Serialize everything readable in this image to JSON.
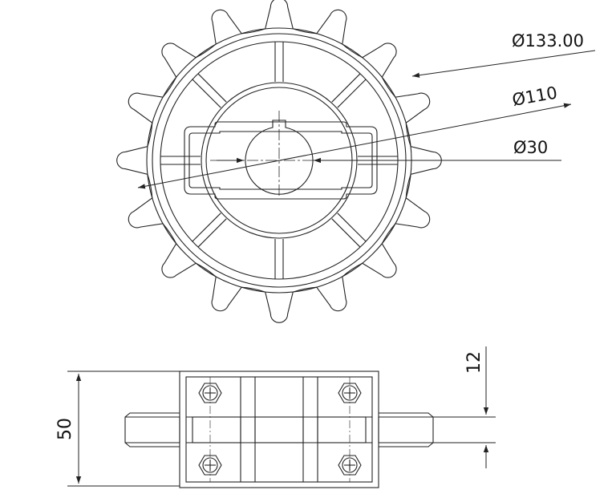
{
  "dimensions": {
    "outer_diameter": "Ø133.00",
    "pitch_diameter": "Ø110",
    "bore_diameter": "Ø30",
    "height": "50",
    "hub_offset": "12"
  },
  "colors": {
    "line": "#222222",
    "background": "#ffffff"
  }
}
